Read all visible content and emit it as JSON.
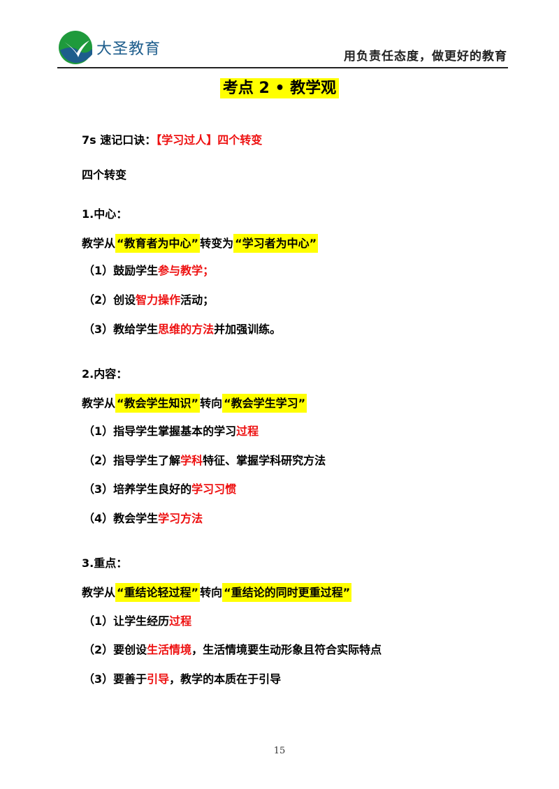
{
  "header": {
    "brand": "大圣教育",
    "slogan": "用负责任态度，做更好的教育"
  },
  "title": "考点 2 • 教学观",
  "mnemonic": {
    "label": "7s 速记口诀：",
    "value": "【学习过人】四个转变"
  },
  "subtitle": "四个转变",
  "sections": [
    {
      "heading": "1.中心：",
      "change": {
        "pre": "教学从",
        "from": "“教育者为中心”",
        "mid": "转变为",
        "to": "“学习者为中心”"
      },
      "items": [
        {
          "pre": "（1）鼓励学生",
          "red": "参与教学；",
          "post": ""
        },
        {
          "pre": "（2）创设",
          "red": "智力操作",
          "post": "活动；"
        },
        {
          "pre": "（3）教给学生",
          "red": "思维的方法",
          "post": "并加强训练。"
        }
      ]
    },
    {
      "heading": "2.内容：",
      "change": {
        "pre": "教学从",
        "from": "“教会学生知识”",
        "mid": "转向",
        "to": "“教会学生学习”"
      },
      "items": [
        {
          "pre": "（1）指导学生掌握基本的学习",
          "red": "过程",
          "post": ""
        },
        {
          "pre": "（2）指导学生了解",
          "red": "学科",
          "post": "特征、掌握学科研究方法"
        },
        {
          "pre": "（3）培养学生良好的",
          "red": "学习习惯",
          "post": ""
        },
        {
          "pre": "（4）教会学生",
          "red": "学习方法",
          "post": ""
        }
      ]
    },
    {
      "heading": "3.重点：",
      "change": {
        "pre": "教学从",
        "from": "“重结论轻过程”",
        "mid": "转向",
        "to": "“重结论的同时更重过程”"
      },
      "items": [
        {
          "pre": "（1）让学生经历",
          "red": "过程",
          "post": ""
        },
        {
          "pre": "（2）要创设",
          "red": "生活情境",
          "post": "，生活情境要生动形象且符合实际特点"
        },
        {
          "pre": "（3）要善于",
          "red": "引导",
          "post": "，教学的本质在于引导"
        }
      ]
    }
  ],
  "page_number": "15",
  "colors": {
    "highlight": "#ffff00",
    "emphasis": "#ee1111",
    "brand": "#1d5d8c"
  }
}
